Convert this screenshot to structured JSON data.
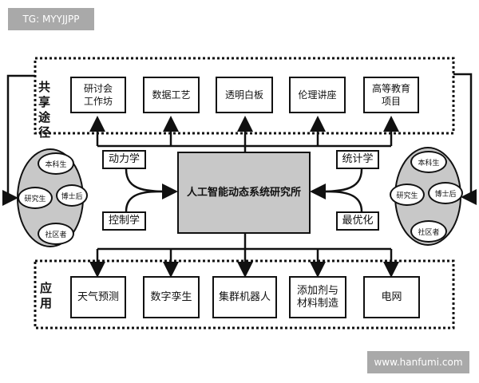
{
  "watermark_top": "TG: MYYJJPP",
  "watermark_bottom": "www.hanfumi.com",
  "share": {
    "label": "共享途径",
    "items": [
      "研讨会\n工作坊",
      "数据工艺",
      "透明白板",
      "伦理讲座",
      "高等教育\n项目"
    ]
  },
  "center": "人工智能动态系统研究所",
  "inputs_left": [
    "动力学",
    "控制学"
  ],
  "inputs_right": [
    "统计学",
    "最优化"
  ],
  "people_left": [
    "本科生",
    "研究生",
    "博士后",
    "社区者"
  ],
  "people_right": [
    "本科生",
    "研究生",
    "博士后",
    "社区者"
  ],
  "apply": {
    "label": "应用",
    "items": [
      "天气预测",
      "数字孪生",
      "集群机器人",
      "添加剂与\n材料制造",
      "电网"
    ]
  }
}
